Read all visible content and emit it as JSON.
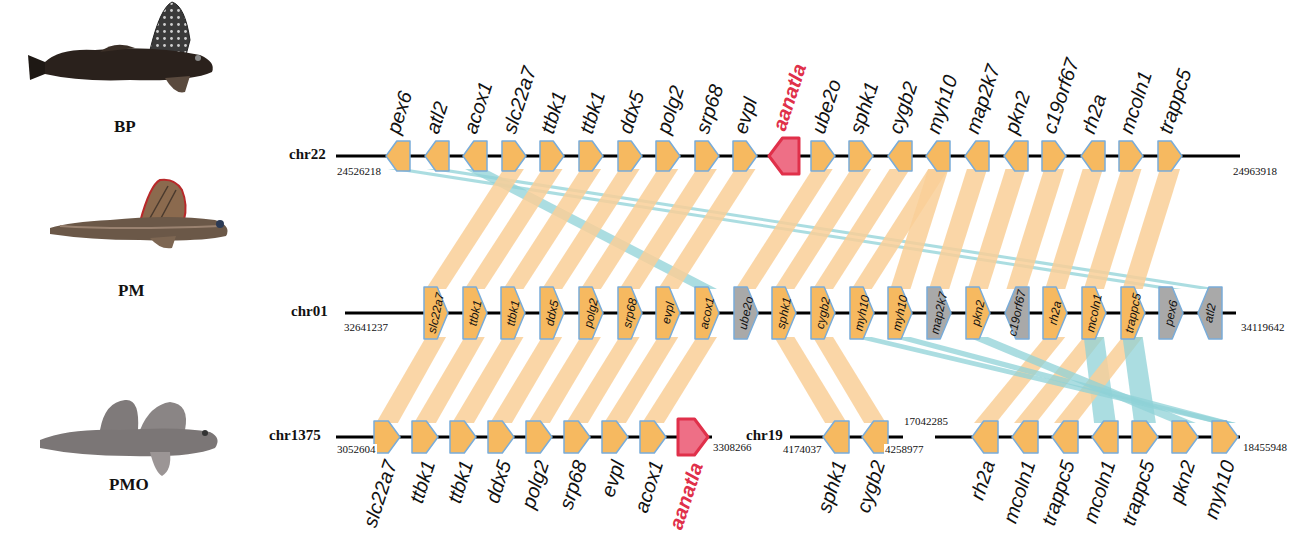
{
  "diagram": {
    "nodes": [
      {
        "text": [
          "pex6"
        ]
      },
      {
        "text": [
          "atl2"
        ]
      },
      {
        "text": [
          "acox1"
        ]
      },
      {
        "text": [
          "slc22a7"
        ]
      },
      {
        "text": [
          "ttbk1"
        ]
      },
      {
        "text": [
          "ttbk1"
        ]
      },
      {
        "text": [
          "ddx5"
        ]
      },
      {
        "text": [
          "polg2"
        ]
      },
      {
        "text": [
          "srp68"
        ]
      },
      {
        "text": [
          "evpl"
        ]
      },
      {
        "text": [
          "aanatla"
        ]
      },
      {
        "text": [
          "ube2o"
        ]
      },
      {
        "text": [
          "sphk1"
        ]
      },
      {
        "text": [
          "cygb2"
        ]
      },
      {
        "text": [
          "myh10"
        ]
      },
      {
        "text": [
          "map2k7"
        ]
      },
      {
        "text": [
          "pkn2"
        ]
      },
      {
        "text": [
          "c19orf67"
        ]
      },
      {
        "text": [
          "rh2a"
        ]
      },
      {
        "text": [
          "mcoln1"
        ]
      },
      {
        "text": [
          "trappc5"
        ]
      },
      {
        "text": [
          "slc22a7"
        ]
      },
      {
        "text": [
          "ttbk1"
        ]
      },
      {
        "text": [
          "ttbk1"
        ]
      },
      {
        "text": [
          "ddx5"
        ]
      },
      {
        "text": [
          "polg2"
        ]
      },
      {
        "text": [
          "srp68"
        ]
      },
      {
        "text": [
          "evpl"
        ]
      },
      {
        "text": [
          "acox1"
        ]
      },
      {
        "text": [
          "ube2o"
        ]
      },
      {
        "text": [
          "sphk1"
        ]
      },
      {
        "text": [
          "cygb2"
        ]
      },
      {
        "text": [
          "myh10"
        ]
      },
      {
        "text": [
          "myh10"
        ]
      },
      {
        "text": [
          "map2k7"
        ]
      },
      {
        "text": [
          "pkn2"
        ]
      },
      {
        "text": [
          "c19orf67"
        ]
      },
      {
        "text": [
          "rh2a"
        ]
      },
      {
        "text": [
          "mcoln1"
        ]
      },
      {
        "text": [
          "trappc5"
        ]
      },
      {
        "text": [
          "pex6"
        ]
      },
      {
        "text": [
          "atl2"
        ]
      },
      {
        "text": [
          "slc22a7"
        ]
      },
      {
        "text": [
          "ttbk1"
        ]
      },
      {
        "text": [
          "ttbk1"
        ]
      },
      {
        "text": [
          "ddx5"
        ]
      },
      {
        "text": [
          "polg2"
        ]
      },
      {
        "text": [
          "srp68"
        ]
      },
      {
        "text": [
          "evpl"
        ]
      },
      {
        "text": [
          "acox1"
        ]
      },
      {
        "text": [
          "aanatla"
        ]
      },
      {
        "text": [
          "sphk1"
        ]
      },
      {
        "text": [
          "cygb2"
        ]
      },
      {
        "text": [
          "rh2a"
        ]
      },
      {
        "text": [
          "mcoln1"
        ]
      },
      {
        "text": [
          "trappc5"
        ]
      },
      {
        "text": [
          "mcoln1"
        ]
      },
      {
        "text": [
          "trappc5"
        ]
      },
      {
        "text": [
          "pkn2"
        ]
      },
      {
        "text": [
          "myh10"
        ]
      }
    ],
    "edges": [
      {
        "from": 0,
        "to": 40,
        "arrow": "none"
      },
      {
        "from": 1,
        "to": 41,
        "arrow": "none"
      },
      {
        "from": 2,
        "to": 28,
        "arrow": "none"
      },
      {
        "from": 3,
        "to": 21,
        "arrow": "none"
      },
      {
        "from": 4,
        "to": 22,
        "arrow": "none"
      },
      {
        "from": 5,
        "to": 23,
        "arrow": "none"
      },
      {
        "from": 6,
        "to": 24,
        "arrow": "none"
      },
      {
        "from": 7,
        "to": 25,
        "arrow": "none"
      },
      {
        "from": 8,
        "to": 26,
        "arrow": "none"
      },
      {
        "from": 9,
        "to": 27,
        "arrow": "none"
      },
      {
        "from": 11,
        "to": 29,
        "arrow": "none"
      },
      {
        "from": 12,
        "to": 30,
        "arrow": "none"
      },
      {
        "from": 13,
        "to": 31,
        "arrow": "none"
      },
      {
        "from": 14,
        "to": 32,
        "arrow": "none"
      },
      {
        "from": 14,
        "to": 33,
        "arrow": "none"
      },
      {
        "from": 15,
        "to": 34,
        "arrow": "none"
      },
      {
        "from": 16,
        "to": 35,
        "arrow": "none"
      },
      {
        "from": 17,
        "to": 36,
        "arrow": "none"
      },
      {
        "from": 18,
        "to": 37,
        "arrow": "none"
      },
      {
        "from": 19,
        "to": 38,
        "arrow": "none"
      },
      {
        "from": 20,
        "to": 39,
        "arrow": "none"
      },
      {
        "from": 21,
        "to": 42,
        "arrow": "none"
      },
      {
        "from": 22,
        "to": 43,
        "arrow": "none"
      },
      {
        "from": 23,
        "to": 44,
        "arrow": "none"
      },
      {
        "from": 24,
        "to": 45,
        "arrow": "none"
      },
      {
        "from": 25,
        "to": 46,
        "arrow": "none"
      },
      {
        "from": 26,
        "to": 47,
        "arrow": "none"
      },
      {
        "from": 27,
        "to": 48,
        "arrow": "none"
      },
      {
        "from": 28,
        "to": 49,
        "arrow": "none"
      },
      {
        "from": 30,
        "to": 51,
        "arrow": "none"
      },
      {
        "from": 31,
        "to": 52,
        "arrow": "none"
      },
      {
        "from": 37,
        "to": 53,
        "arrow": "none"
      },
      {
        "from": 38,
        "to": 54,
        "arrow": "none"
      },
      {
        "from": 38,
        "to": 56,
        "arrow": "none"
      },
      {
        "from": 39,
        "to": 55,
        "arrow": "none"
      },
      {
        "from": 39,
        "to": 57,
        "arrow": "none"
      },
      {
        "from": 35,
        "to": 58,
        "arrow": "none"
      },
      {
        "from": 32,
        "to": 59,
        "arrow": "none"
      },
      {
        "from": 33,
        "to": 59,
        "arrow": "none"
      }
    ],
    "labels": [
      "BP",
      "PM",
      "PMO",
      "chr22",
      "24526218",
      "24963918",
      "chr01",
      "32641237",
      "34119642",
      "chr1375",
      "3052604",
      "3308266",
      "chr19",
      "4174037",
      "4258977",
      "17042285",
      "18455948"
    ]
  }
}
